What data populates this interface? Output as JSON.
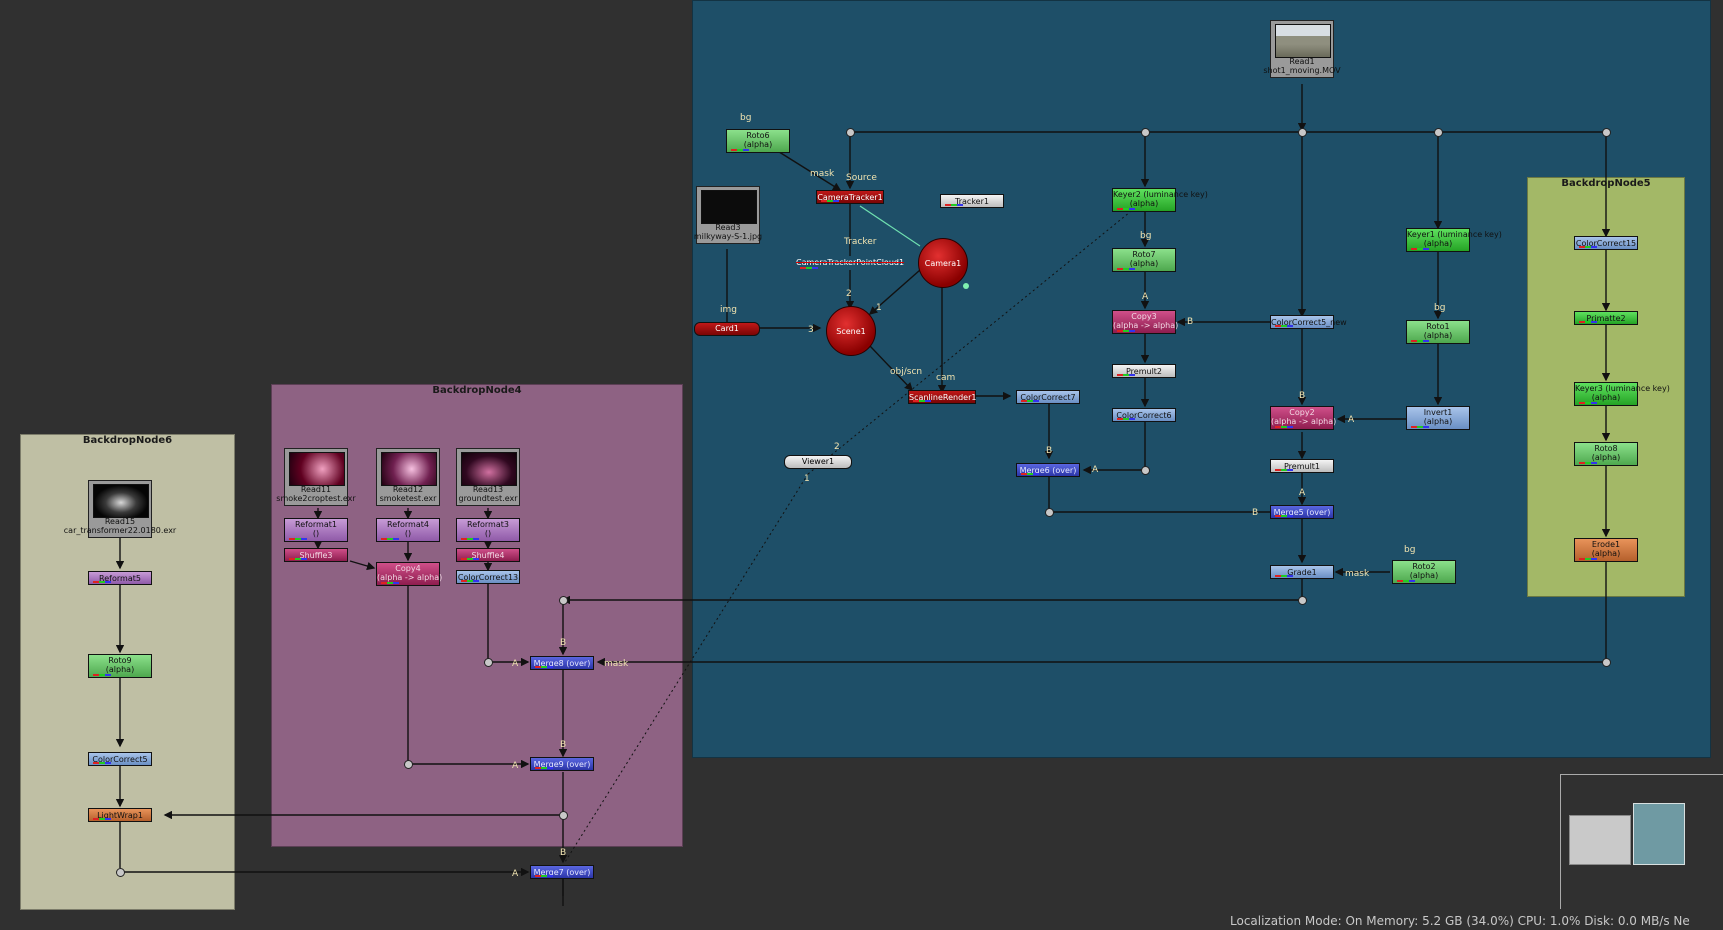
{
  "colors": {
    "canvas": "#303030",
    "backdrop_main": "#1e4f68",
    "backdrop4": "#8e6283",
    "backdrop5": "#a3b867",
    "backdrop6": "#bfbfa4",
    "wire": "#111111"
  },
  "backdrops": {
    "b4": "BackdropNode4",
    "b5": "BackdropNode5",
    "b6": "BackdropNode6"
  },
  "nodes": {
    "read1": {
      "name": "Read1",
      "file": "shot1_moving.MOV"
    },
    "read3": {
      "name": "Read3",
      "file": "milkyway-S-1.jpg"
    },
    "read11": {
      "name": "Read11",
      "file": "smoke2croptest.exr"
    },
    "read12": {
      "name": "Read12",
      "file": "smoketest.exr"
    },
    "read13": {
      "name": "Read13",
      "file": "groundtest.exr"
    },
    "read15": {
      "name": "Read15",
      "file": "car_transformer22.0180.exr"
    },
    "roto6": {
      "name": "Roto6",
      "sub": "(alpha)"
    },
    "roto7": {
      "name": "Roto7",
      "sub": "(alpha)"
    },
    "roto1": {
      "name": "Roto1",
      "sub": "(alpha)"
    },
    "roto2": {
      "name": "Roto2",
      "sub": "(alpha)"
    },
    "roto8": {
      "name": "Roto8",
      "sub": "(alpha)"
    },
    "roto9": {
      "name": "Roto9",
      "sub": "(alpha)"
    },
    "cameratracker1": "CameraTracker1",
    "tracker1": "Tracker1",
    "camerapointcloud": "CameraTrackerPointCloud1",
    "camera1": "Camera1",
    "scene1": "Scene1",
    "card1": "Card1",
    "scanline": "ScanlineRender1",
    "viewer1": "Viewer1",
    "keyer2": {
      "name": "Keyer2 (luminance key)",
      "sub": "(alpha)"
    },
    "keyer1": {
      "name": "Keyer1 (luminance key)",
      "sub": "(alpha)"
    },
    "keyer3": {
      "name": "Keyer3 (luminance key)",
      "sub": "(alpha)"
    },
    "copy3": {
      "name": "Copy3",
      "sub": "(alpha -> alpha)"
    },
    "copy2": {
      "name": "Copy2",
      "sub": "(alpha -> alpha)"
    },
    "copy4": {
      "name": "Copy4",
      "sub": "(alpha -> alpha)"
    },
    "premult2": "Premult2",
    "premult1": "Premult1",
    "colorcorrect6": "ColorCorrect6",
    "colorcorrect7": "ColorCorrect7",
    "colorcorrect5": "ColorCorrect5_new",
    "colorcorrect15": "ColorCorrect15",
    "colorcorrect13": "ColorCorrect13",
    "colorcorrect5b": "ColorCorrect5",
    "merge6": "Merge6 (over)",
    "merge5": "Merge5 (over)",
    "merge8": "Merge8 (over)",
    "merge9": "Merge9 (over)",
    "merge7": "Merge7 (over)",
    "invert1": {
      "name": "Invert1",
      "sub": "(alpha)"
    },
    "grade1": "Grade1",
    "primatte2": "Primatte2",
    "erode1": {
      "name": "Erode1",
      "sub": "(alpha)"
    },
    "reformat1": {
      "name": "Reformat1",
      "sub": "()"
    },
    "reformat4": {
      "name": "Reformat4",
      "sub": "()"
    },
    "reformat3": {
      "name": "Reformat3",
      "sub": "()"
    },
    "reformat5": "Reformat5",
    "shuffle3": "Shuffle3",
    "shuffle4": "Shuffle4",
    "lightwrap1": "LightWrap1"
  },
  "edge_labels": {
    "bg": "bg",
    "mask": "mask",
    "source": "Source",
    "tracker": "Tracker",
    "img": "img",
    "objscn": "obj/scn",
    "cam": "cam",
    "A": "A",
    "B": "B",
    "n1": "1",
    "n2": "2",
    "n3": "3",
    "mask_lower": "mask"
  },
  "status": {
    "text": "Localization Mode: On Memory: 5.2 GB (34.0%) CPU: 1.0% Disk: 0.0 MB/s Ne"
  }
}
